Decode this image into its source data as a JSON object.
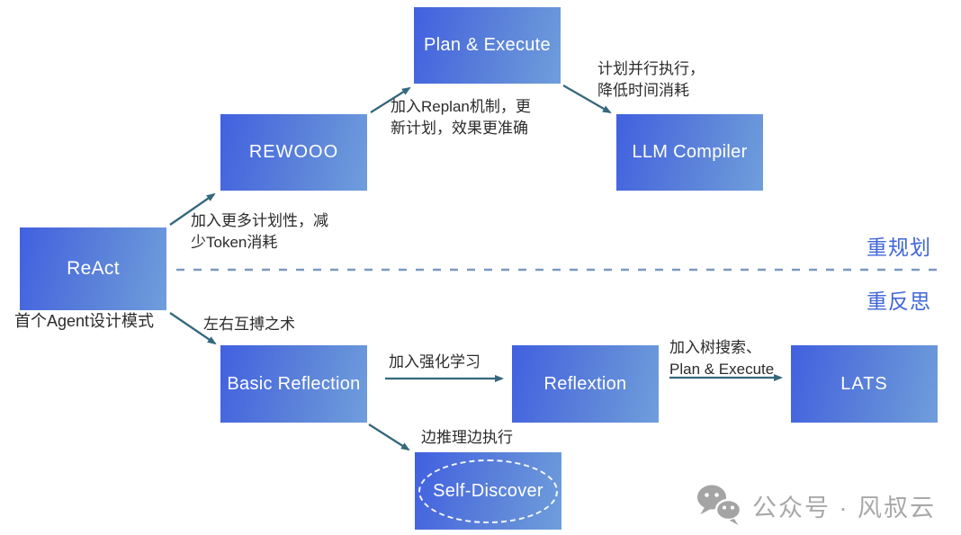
{
  "diagram_title_implicit": "Agent design pattern evolution",
  "nodes": {
    "react": "ReAct",
    "rewooo": "REWOOO",
    "plan_execute": "Plan & Execute",
    "llm_compiler": "LLM Compiler",
    "basic_reflection": "Basic Reflection",
    "reflextion": "Reflextion",
    "lats": "LATS",
    "self_discover": "Self-Discover"
  },
  "edges": {
    "react_to_rewooo": "加入更多计划性，减\n少Token消耗",
    "rewooo_to_plan_execute": "加入Replan机制，更\n新计划，效果更准确",
    "plan_execute_to_llm_compiler": "计划并行执行，\n降低时间消耗",
    "react_to_basic_reflection": "左右互搏之术",
    "basic_reflection_to_reflextion": "加入强化学习",
    "reflextion_to_lats": "加入树搜索、\nPlan & Execute",
    "basic_reflection_to_self_discover": "边推理边执行"
  },
  "regions": {
    "above_divider": "重规划",
    "below_divider": "重反思"
  },
  "captions": {
    "react_note": "首个Agent设计模式"
  },
  "watermark": {
    "icon": "wechat-icon",
    "text": "公众号 · 风叔云"
  },
  "palette": {
    "node_gradient_start": "#4160e0",
    "node_gradient_end": "#6f9edc",
    "node_text": "#ffffff",
    "arrow": "#35687c",
    "divider_dash": "#7a99c2",
    "region_label_blue": "#4166d9",
    "annotation_text": "#2b2b2b",
    "watermark_gray": "#a8a8a8",
    "self_discover_ellipse": "#ffffff"
  }
}
